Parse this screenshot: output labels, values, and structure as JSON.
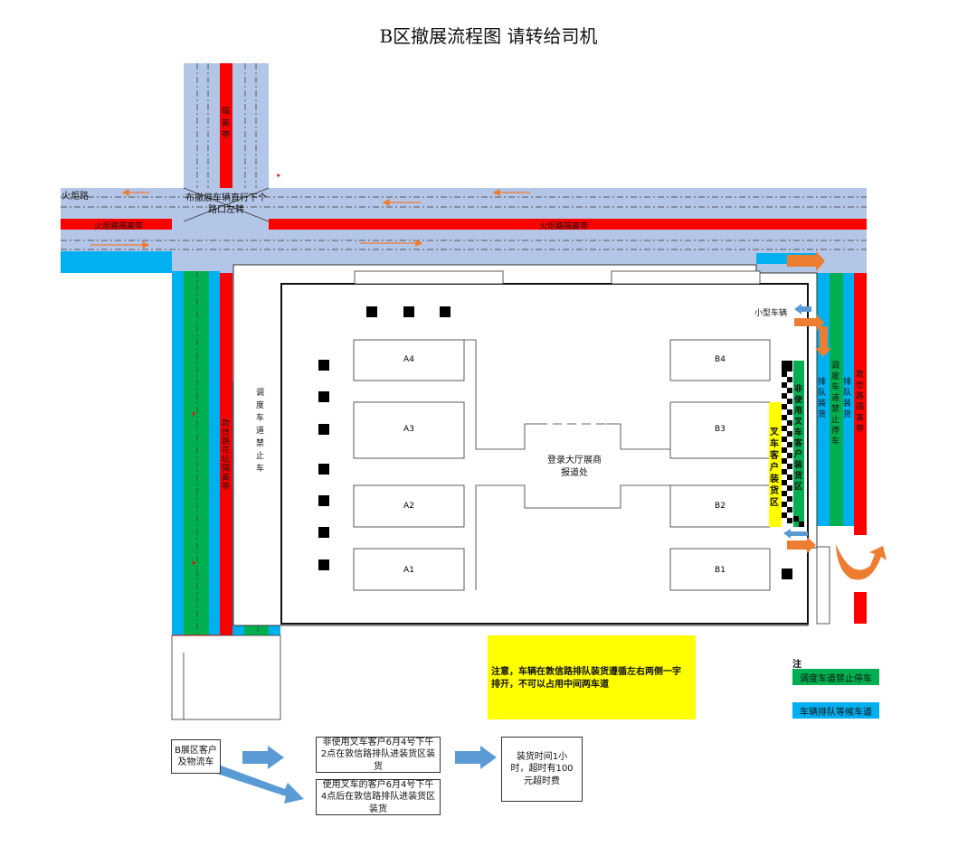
{
  "title": "B区撤展流程图 请转给司机",
  "roads": {
    "torch_road": "火炬路",
    "torch_divider": "火炬路隔离带",
    "isolation": "隔离带",
    "intersection_note": "布撤展车辆直行下个路口左转",
    "dunxin_divider": "敦信路花坛隔离带",
    "right_divider": "敦信路隔离带",
    "dispatch_left": "调度车道禁止车",
    "dispatch_right": "调度车道禁止停车",
    "queue_a": "排队装货",
    "queue_b": "排队装货",
    "small_vehicle": "小型车辆"
  },
  "zones": {
    "non_forklift": "非使用叉车客户装货区",
    "forklift": "叉车客户装货区"
  },
  "halls": {
    "left": [
      "A4",
      "A3",
      "A2",
      "A1"
    ],
    "right": [
      "B4",
      "B3",
      "B2",
      "B1"
    ]
  },
  "lobby": "登录大厅展商报道处",
  "note": "注意，车辆在敦信路排队装货遵循左右两侧一字排开，不可以占用中间两车道",
  "legend": {
    "title": "注",
    "dispatch": "调度车道禁止停车",
    "queue": "车辆排队等候车道"
  },
  "flow": {
    "start": "B展区客户及物流车",
    "non_forklift": "非使用叉车客户6月4号下午2点在敦信路排队进装货区装货",
    "forklift": "使用叉车的客户6月4号下午4点后在敦信路排队进装货区装货",
    "time": "装货时间1小时，超时有100元超时费"
  },
  "colors": {
    "road": "#b4c6e7",
    "divider_red": "#ff0000",
    "queue_blue": "#00b0f0",
    "dispatch_green": "#00b050",
    "forklift_yellow": "#ffff00",
    "arrow_blue": "#5b9bd5",
    "arrow_orange": "#ed7d31"
  }
}
